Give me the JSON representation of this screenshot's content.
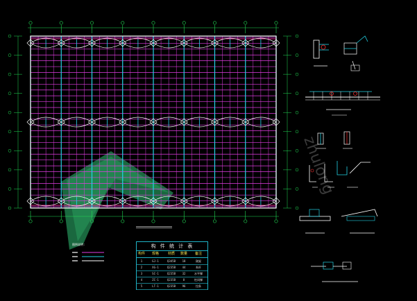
{
  "plan": {
    "columns": 9,
    "rows": 6,
    "colors": {
      "purlin": "#e23ce3",
      "brace": "#ffffff",
      "rafter": "#22d3e6",
      "axis": "#22dd55",
      "dimension": "#22dd55",
      "tie": "#dd2288",
      "background": "#000000"
    }
  },
  "table": {
    "title": "构 件 统 计 表",
    "headers": [
      "构件",
      "规格",
      "材质",
      "数量",
      "备注"
    ],
    "rows": [
      [
        "1",
        "GJ-1",
        "Q345B",
        "18",
        "刚架"
      ],
      [
        "2",
        "XG-1",
        "Q235B",
        "44",
        "系杆"
      ],
      [
        "3",
        "SC-1",
        "Q235B",
        "32",
        "水平撑"
      ],
      [
        "4",
        "ZC-1",
        "Q235B",
        "8",
        "柱间撑"
      ],
      [
        "5",
        "LT-1",
        "Q235B",
        "96",
        "拉条"
      ]
    ]
  },
  "legend": {
    "title": "图例说明:"
  },
  "watermark": {
    "text": "zhulong"
  }
}
